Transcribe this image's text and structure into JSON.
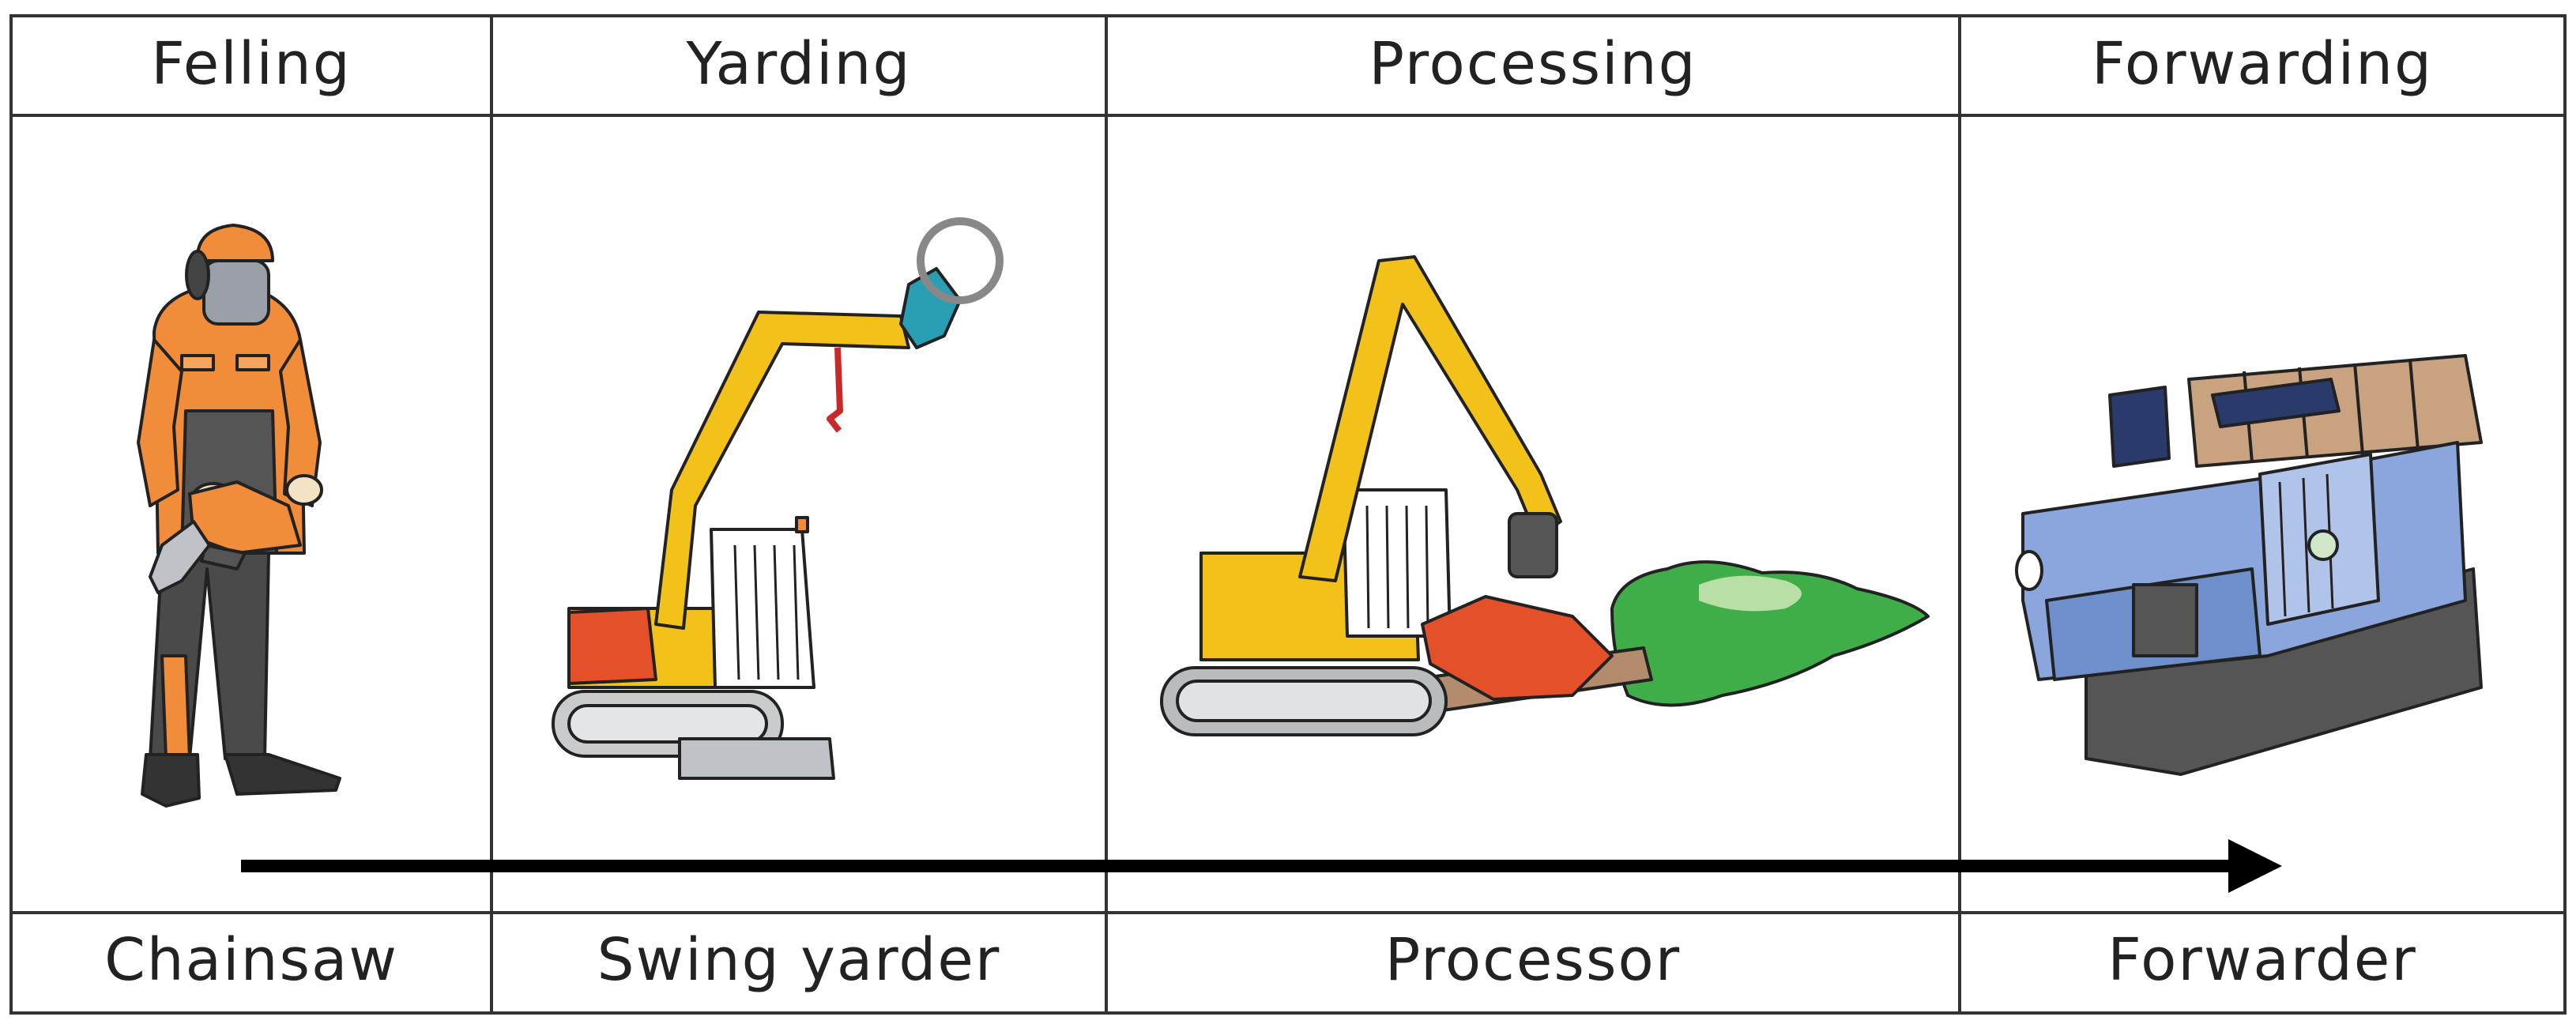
{
  "stages": [
    {
      "operation": "Felling",
      "machine": "Chainsaw",
      "icon": "chainsaw-worker-icon"
    },
    {
      "operation": "Yarding",
      "machine": "Swing yarder",
      "icon": "swing-yarder-icon"
    },
    {
      "operation": "Processing",
      "machine": "Processor",
      "icon": "processor-icon"
    },
    {
      "operation": "Forwarding",
      "machine": "Forwarder",
      "icon": "forwarder-icon"
    }
  ],
  "colors": {
    "grid_line": "#333333",
    "arrow": "#000000",
    "machine_yellow": "#f2c21b",
    "worker_orange": "#f08c3a",
    "forwarder_blue": "#8aa6dc",
    "tree_green": "#3fae49",
    "processor_head_red": "#e4502a",
    "grapple_teal": "#2a9fb3"
  }
}
